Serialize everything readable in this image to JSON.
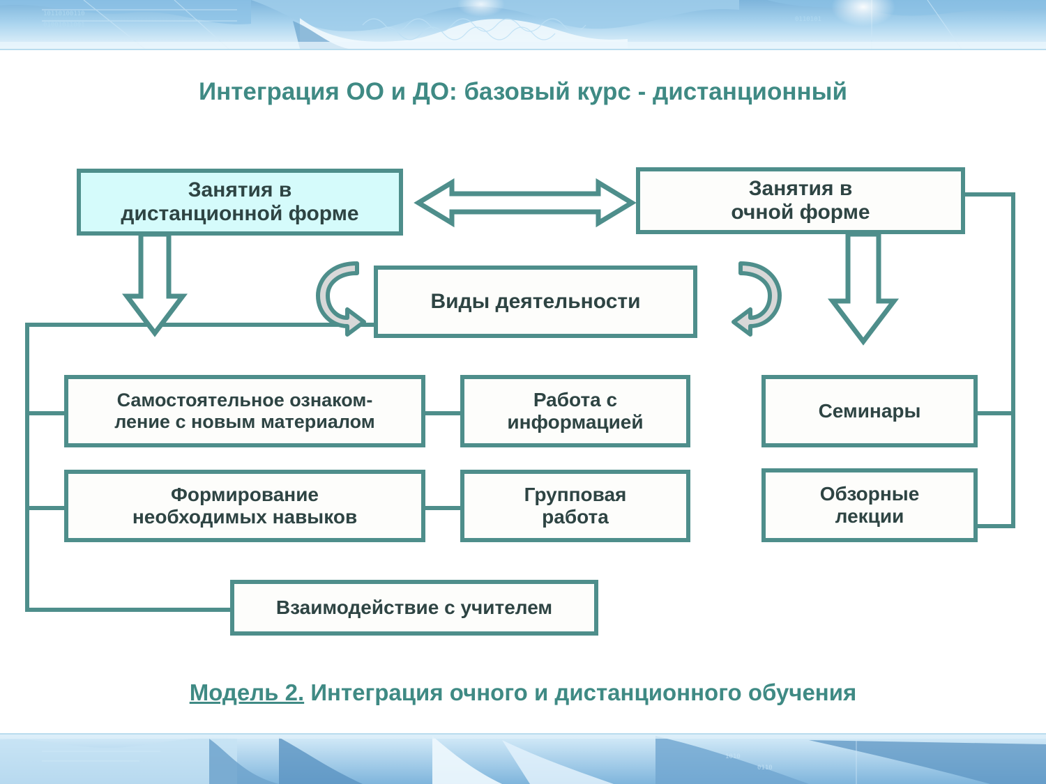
{
  "slide": {
    "title": "Интеграция ОО и ДО: базовый курс - дистанционный",
    "caption_underlined": "Модель 2.",
    "caption_rest": " Интеграция очного и дистанционного обучения",
    "accent_color": "#3f8a84",
    "border_color": "#4e8e8b",
    "highlight_fill": "#d5fbfb",
    "box_fill": "#fdfdfb",
    "text_color": "#2e4443"
  },
  "diagram": {
    "top_left_box": "Занятия в\nдистанционной форме",
    "top_left_line1": "Занятия в",
    "top_left_line2": "дистанционной форме",
    "top_right_line1": "Занятия в",
    "top_right_line2": "очной форме",
    "center_box": "Виды деятельности",
    "left_boxes": [
      {
        "line1": "Самостоятельное  ознаком-",
        "line2": "ление с новым материалом"
      },
      {
        "line1": "Формирование",
        "line2": "необходимых навыков"
      }
    ],
    "mid_boxes": [
      {
        "line1": "Работа с",
        "line2": "информацией"
      },
      {
        "line1": "Групповая",
        "line2": "работа"
      }
    ],
    "right_boxes": [
      {
        "line1": "Семинары",
        "line2": ""
      },
      {
        "line1": "Обзорные",
        "line2": "лекции"
      }
    ],
    "bottom_box": "Взаимодействие с учителем",
    "arrows": {
      "double_headed": "double-headed-horizontal-arrow",
      "down_left": "down-arrow",
      "down_right": "down-arrow",
      "loop_left": "circular-loop-arrow",
      "loop_right": "circular-loop-arrow"
    }
  }
}
